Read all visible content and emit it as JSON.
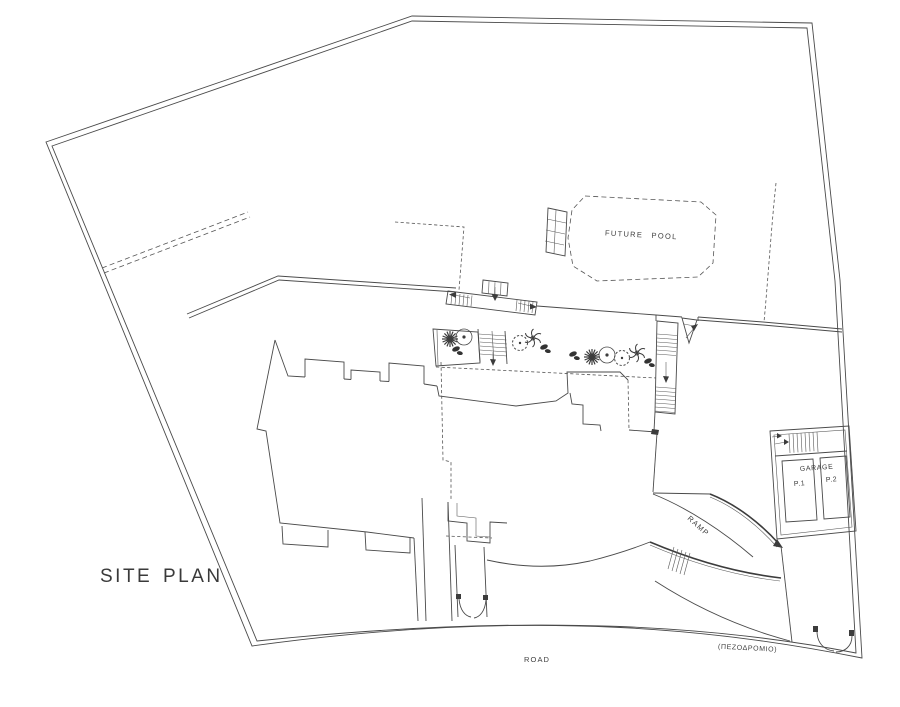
{
  "title": "SITE PLAN",
  "labels": {
    "future_pool": "FUTURE POOL",
    "garage": "GARAGE",
    "parking_spot_1": "P.1",
    "parking_spot_2": "P.2",
    "ramp": "RAMP",
    "road": "ROAD",
    "sidewalk": "(ΠΕΖΟΔΡΟΜΙΟ)"
  },
  "colors": {
    "background": "#ffffff",
    "line": "#4a4a4a",
    "text": "#3f3f3f"
  }
}
